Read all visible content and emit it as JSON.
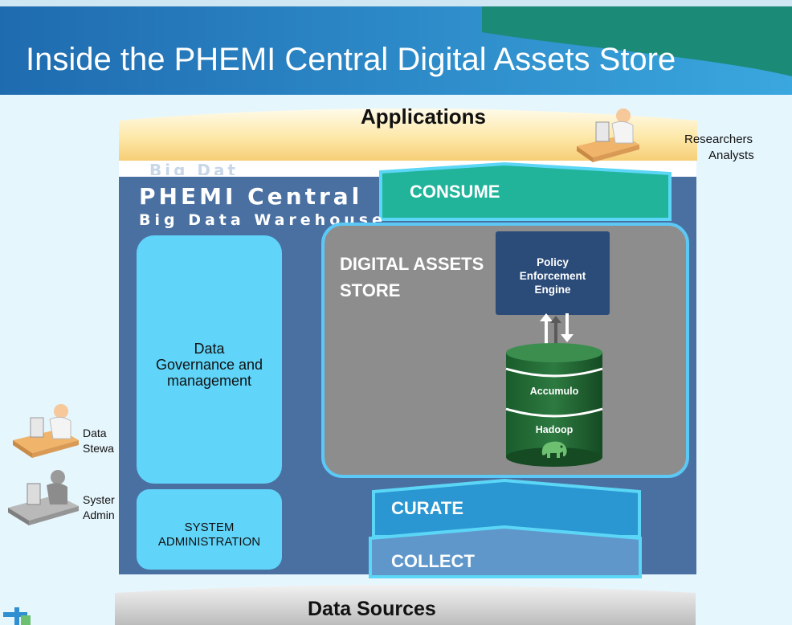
{
  "title": "Inside the PHEMI Central Digital Assets Store",
  "applications_label": "Applications",
  "researchers": {
    "line1": "Researchers",
    "line2": "Analysts"
  },
  "warehouse": {
    "ghost": "Big Dat",
    "line1": "PHEMI Central",
    "line2": "Big Data Warehouse"
  },
  "consume_label": "CONSUME",
  "governance_label": "Data\nGovernance and\nmanagement",
  "system_admin_label": "SYSTEM\nADMINISTRATION",
  "digital_assets_label": "DIGITAL ASSETS\nSTORE",
  "policy_engine_label": "Policy\nEnforcement\nEngine",
  "database": {
    "accumulo": "Accumulo",
    "hadoop": "Hadoop"
  },
  "curate_label": "CURATE",
  "collect_label": "COLLECT",
  "data_stewards": {
    "line1": "Data",
    "line2": "Stewa"
  },
  "system_admins": {
    "line1": "Syster",
    "line2": "Admin"
  },
  "data_sources_label": "Data Sources",
  "colors": {
    "header_blue": "#2f8fd0",
    "header_teal": "#1b8a77",
    "warehouse_blue": "#4a70a2",
    "consume_green": "#21b49a",
    "cyan_box": "#60d4f9",
    "store_gray": "#8d8d8d",
    "policy_navy": "#2b4b78",
    "curate_blue": "#2a96d2",
    "collect_blue": "#5f97cb",
    "elephant_green": "#6cc070"
  }
}
